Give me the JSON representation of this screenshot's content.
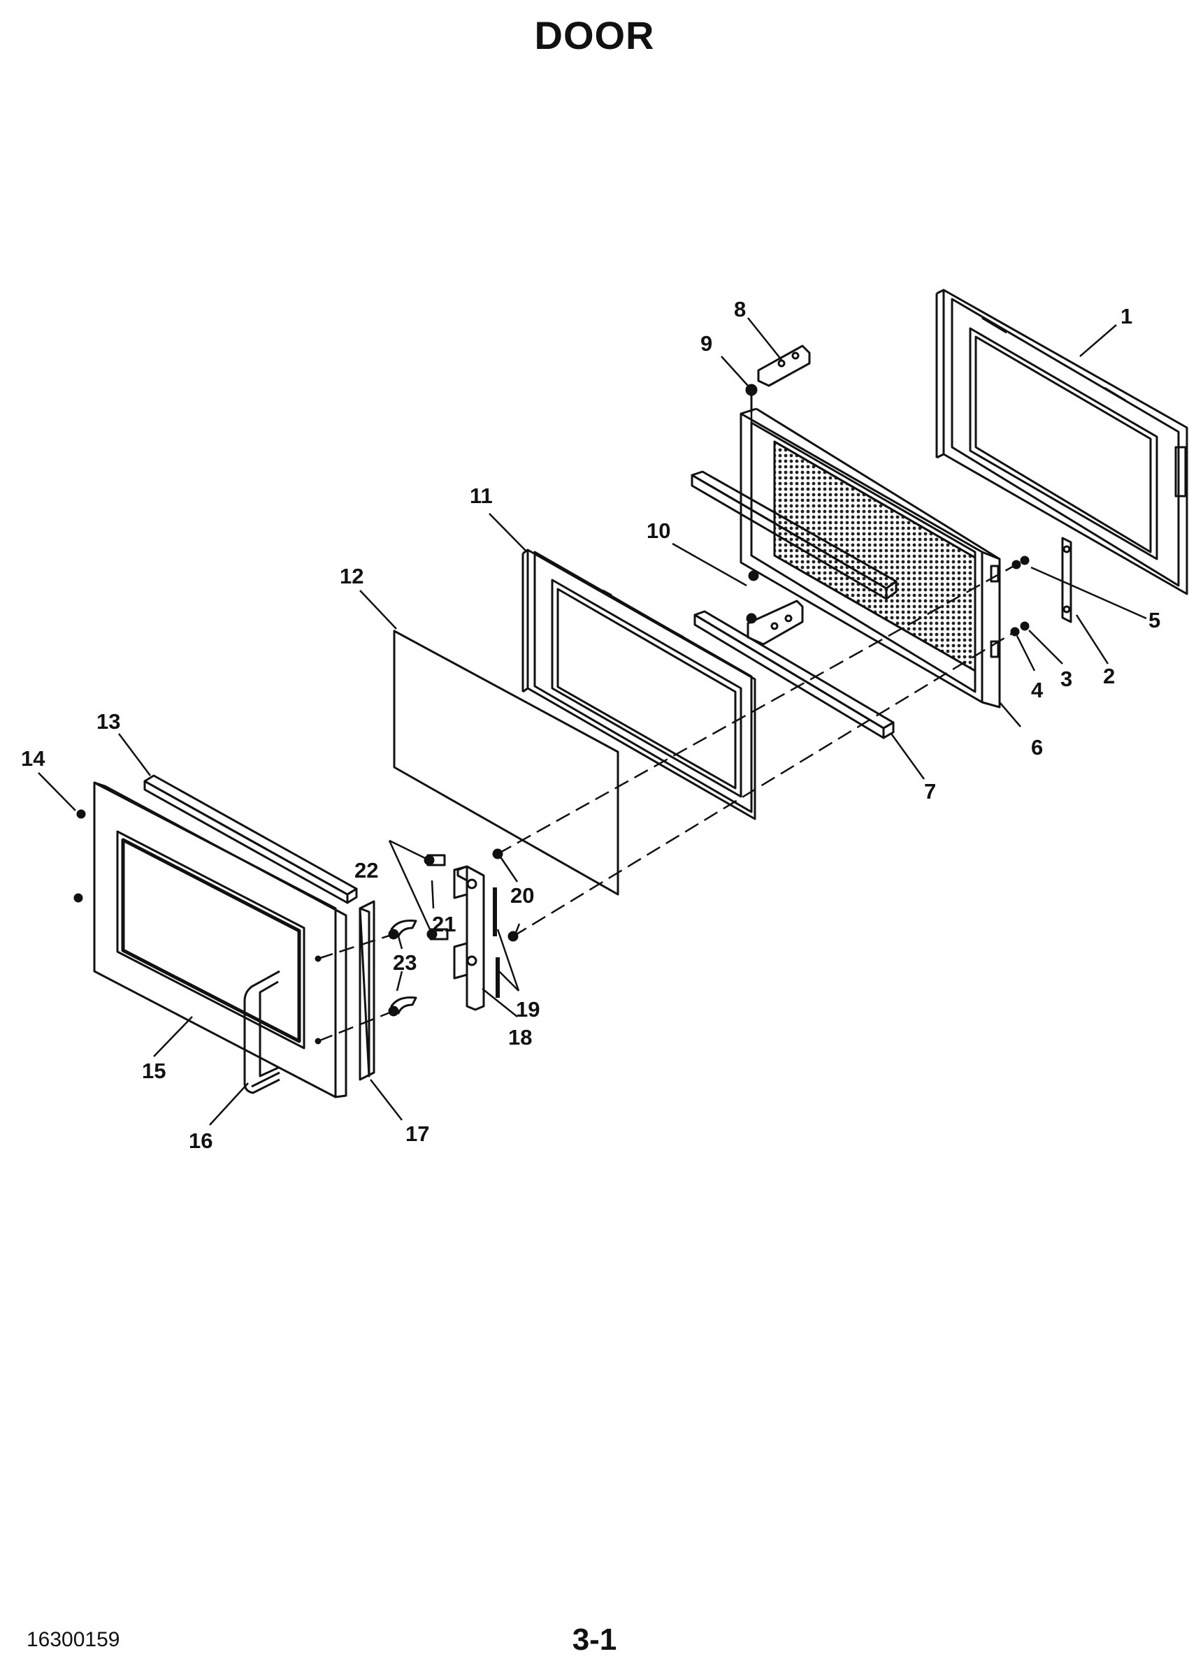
{
  "page": {
    "title": "DOOR",
    "doc_number": "16300159",
    "page_number": "3-1"
  },
  "diagram": {
    "callouts": [
      "1",
      "2",
      "3",
      "4",
      "5",
      "6",
      "7",
      "8",
      "9",
      "10",
      "11",
      "12",
      "13",
      "14",
      "15",
      "16",
      "17",
      "18",
      "19",
      "20",
      "21",
      "22",
      "23"
    ]
  }
}
